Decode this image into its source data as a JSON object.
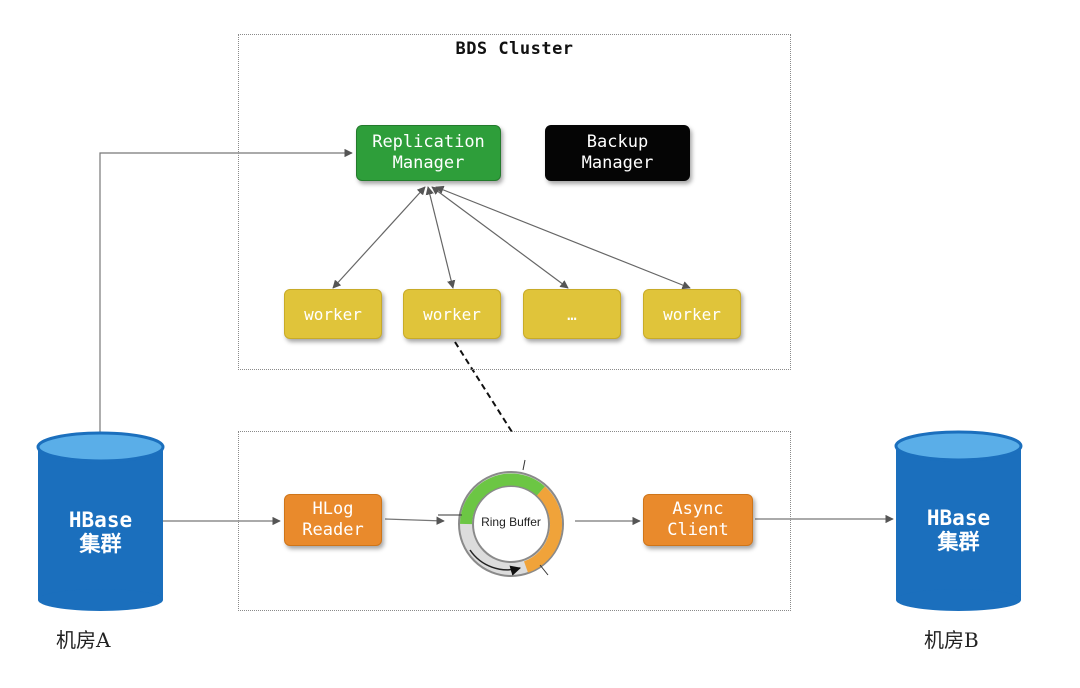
{
  "cluster": {
    "title": "BDS Cluster"
  },
  "managers": {
    "replication": "Replication\nManager",
    "backup": "Backup\nManager"
  },
  "workers": [
    "worker",
    "worker",
    "…",
    "worker"
  ],
  "pipeline": {
    "reader": "HLog\nReader",
    "ring_buffer": "Ring Buffer",
    "client": "Async\nClient"
  },
  "sites": {
    "a": {
      "db": "HBase\n集群",
      "label": "机房A"
    },
    "b": {
      "db": "HBase\n集群",
      "label": "机房B"
    }
  },
  "colors": {
    "replication": "#2e9e3a",
    "backup": "#050505",
    "worker": "#e0c43a",
    "pipeline_node": "#e98a2c",
    "database": "#1b6fbd",
    "ring_green": "#6cc644",
    "ring_orange": "#f0a33a"
  }
}
